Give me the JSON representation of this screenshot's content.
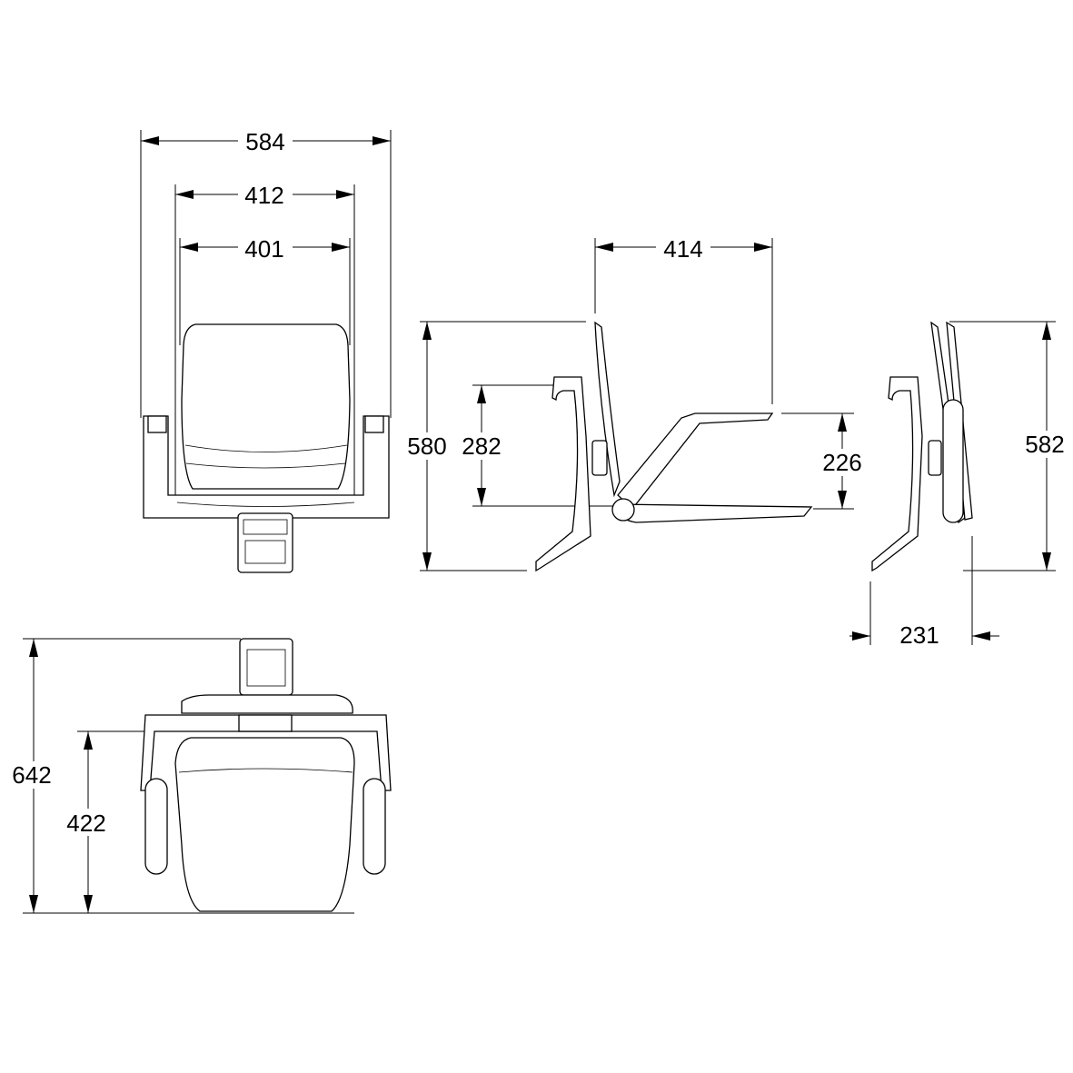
{
  "front_view": {
    "overall_width": "584",
    "inner_width": "412",
    "backrest_width": "401"
  },
  "side_view_open": {
    "seat_depth": "414",
    "total_height": "580",
    "hook_height": "282",
    "seat_height": "226"
  },
  "side_view_folded": {
    "total_height": "582",
    "folded_depth": "231"
  },
  "top_view": {
    "total_depth": "642",
    "seat_depth": "422"
  }
}
